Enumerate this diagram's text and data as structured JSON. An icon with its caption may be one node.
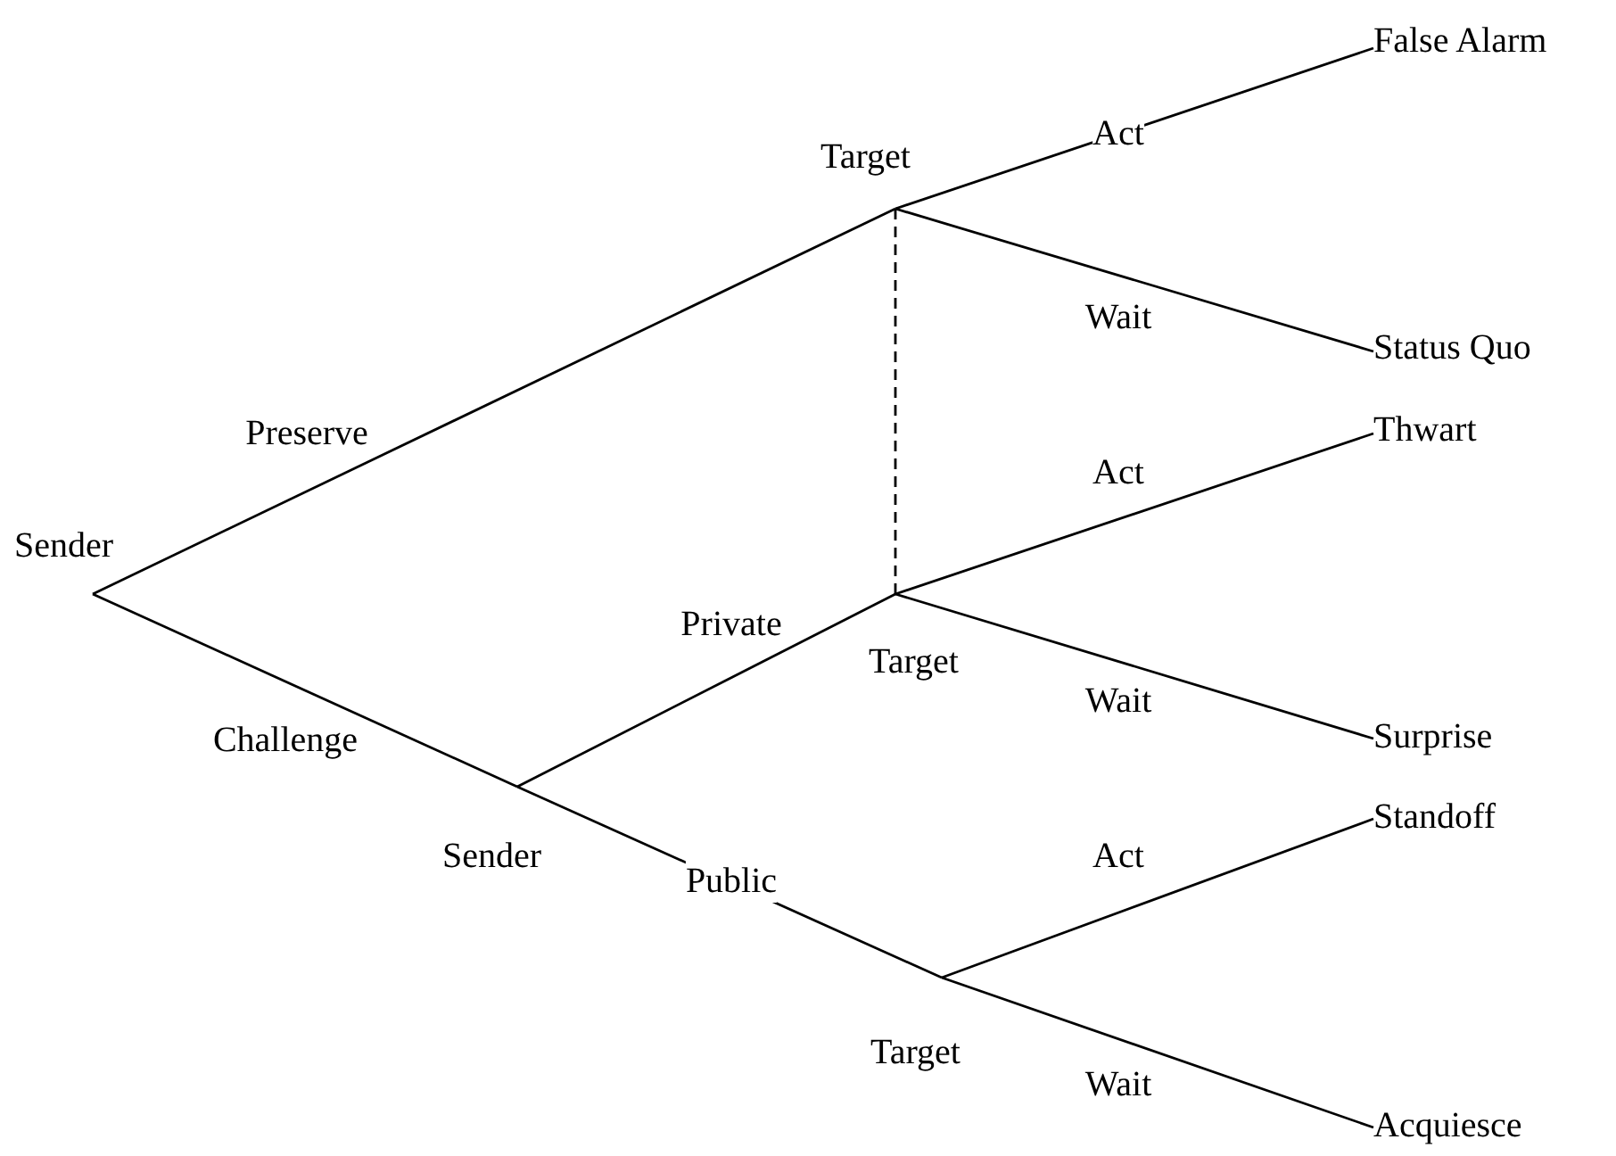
{
  "diagram": {
    "nodes": [
      {
        "text": [
          "Sender"
        ]
      },
      {
        "text": [
          "Target"
        ]
      },
      {
        "text": [
          "Sender"
        ]
      },
      {
        "text": [
          "Target"
        ]
      },
      {
        "text": [
          "Target"
        ]
      },
      {
        "text": [
          "False Alarm"
        ]
      },
      {
        "text": [
          "Status Quo"
        ]
      },
      {
        "text": [
          "Thwart"
        ]
      },
      {
        "text": [
          "Surprise"
        ]
      },
      {
        "text": [
          "Standoff"
        ]
      },
      {
        "text": [
          "Acquiesce"
        ]
      }
    ],
    "edges": [
      {
        "from": 0,
        "to": 1,
        "arrow": "none",
        "label": "Preserve"
      },
      {
        "from": 0,
        "to": 2,
        "arrow": "none",
        "label": "Challenge"
      },
      {
        "from": 2,
        "to": 3,
        "arrow": "none",
        "label": "Private"
      },
      {
        "from": 2,
        "to": 4,
        "arrow": "none",
        "label": "Public"
      },
      {
        "from": 1,
        "to": 5,
        "arrow": "none",
        "label": "Act"
      },
      {
        "from": 1,
        "to": 6,
        "arrow": "none",
        "label": "Wait"
      },
      {
        "from": 3,
        "to": 7,
        "arrow": "none",
        "label": "Act"
      },
      {
        "from": 3,
        "to": 8,
        "arrow": "none",
        "label": "Wait"
      },
      {
        "from": 4,
        "to": 9,
        "arrow": "none",
        "label": "Act"
      },
      {
        "from": 4,
        "to": 10,
        "arrow": "none",
        "label": "Wait"
      },
      {
        "from": 1,
        "to": 3,
        "arrow": "none",
        "style": "dashed"
      }
    ]
  }
}
